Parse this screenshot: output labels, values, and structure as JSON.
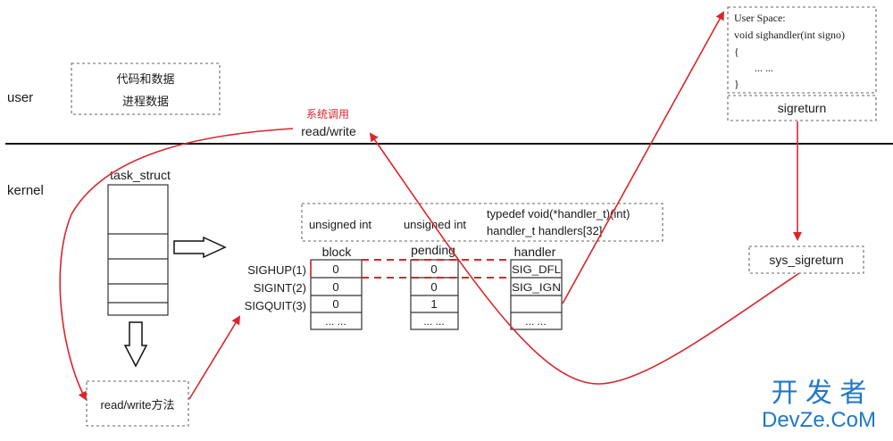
{
  "layers": {
    "user": "user",
    "kernel": "kernel"
  },
  "user_box": {
    "line1": "代码和数据",
    "line2": "进程数据"
  },
  "syscall": {
    "label": "系统调用",
    "call": "read/write"
  },
  "task_struct": "task_struct",
  "rw_method": "read/write方法",
  "types": {
    "block": "unsigned int",
    "pending": "unsigned int",
    "handler_line1": "typedef void(*handler_t)(int)",
    "handler_line2": "handler_t handlers[32]"
  },
  "columns": {
    "block": "block",
    "pending": "pending",
    "handler": "handler"
  },
  "signals": [
    {
      "name": "SIGHUP(1)",
      "block": "0",
      "pending": "0",
      "handler": "SIG_DFL"
    },
    {
      "name": "SIGINT(2)",
      "block": "0",
      "pending": "0",
      "handler": "SIG_IGN"
    },
    {
      "name": "SIGQUIT(3)",
      "block": "0",
      "pending": "1",
      "handler": ""
    }
  ],
  "ellipsis": "... ...",
  "user_space": {
    "title": "User Space:",
    "sig": "void sighandler(int signo)",
    "open": "{",
    "body": "... ...",
    "close": "}"
  },
  "sigreturn": "sigreturn",
  "sys_sigreturn": "sys_sigreturn",
  "watermark": {
    "line1": "开 发 者",
    "line2": "DevZe.CoM"
  },
  "colors": {
    "arrow": "#d9262c",
    "watermark": "#1f78c8"
  }
}
